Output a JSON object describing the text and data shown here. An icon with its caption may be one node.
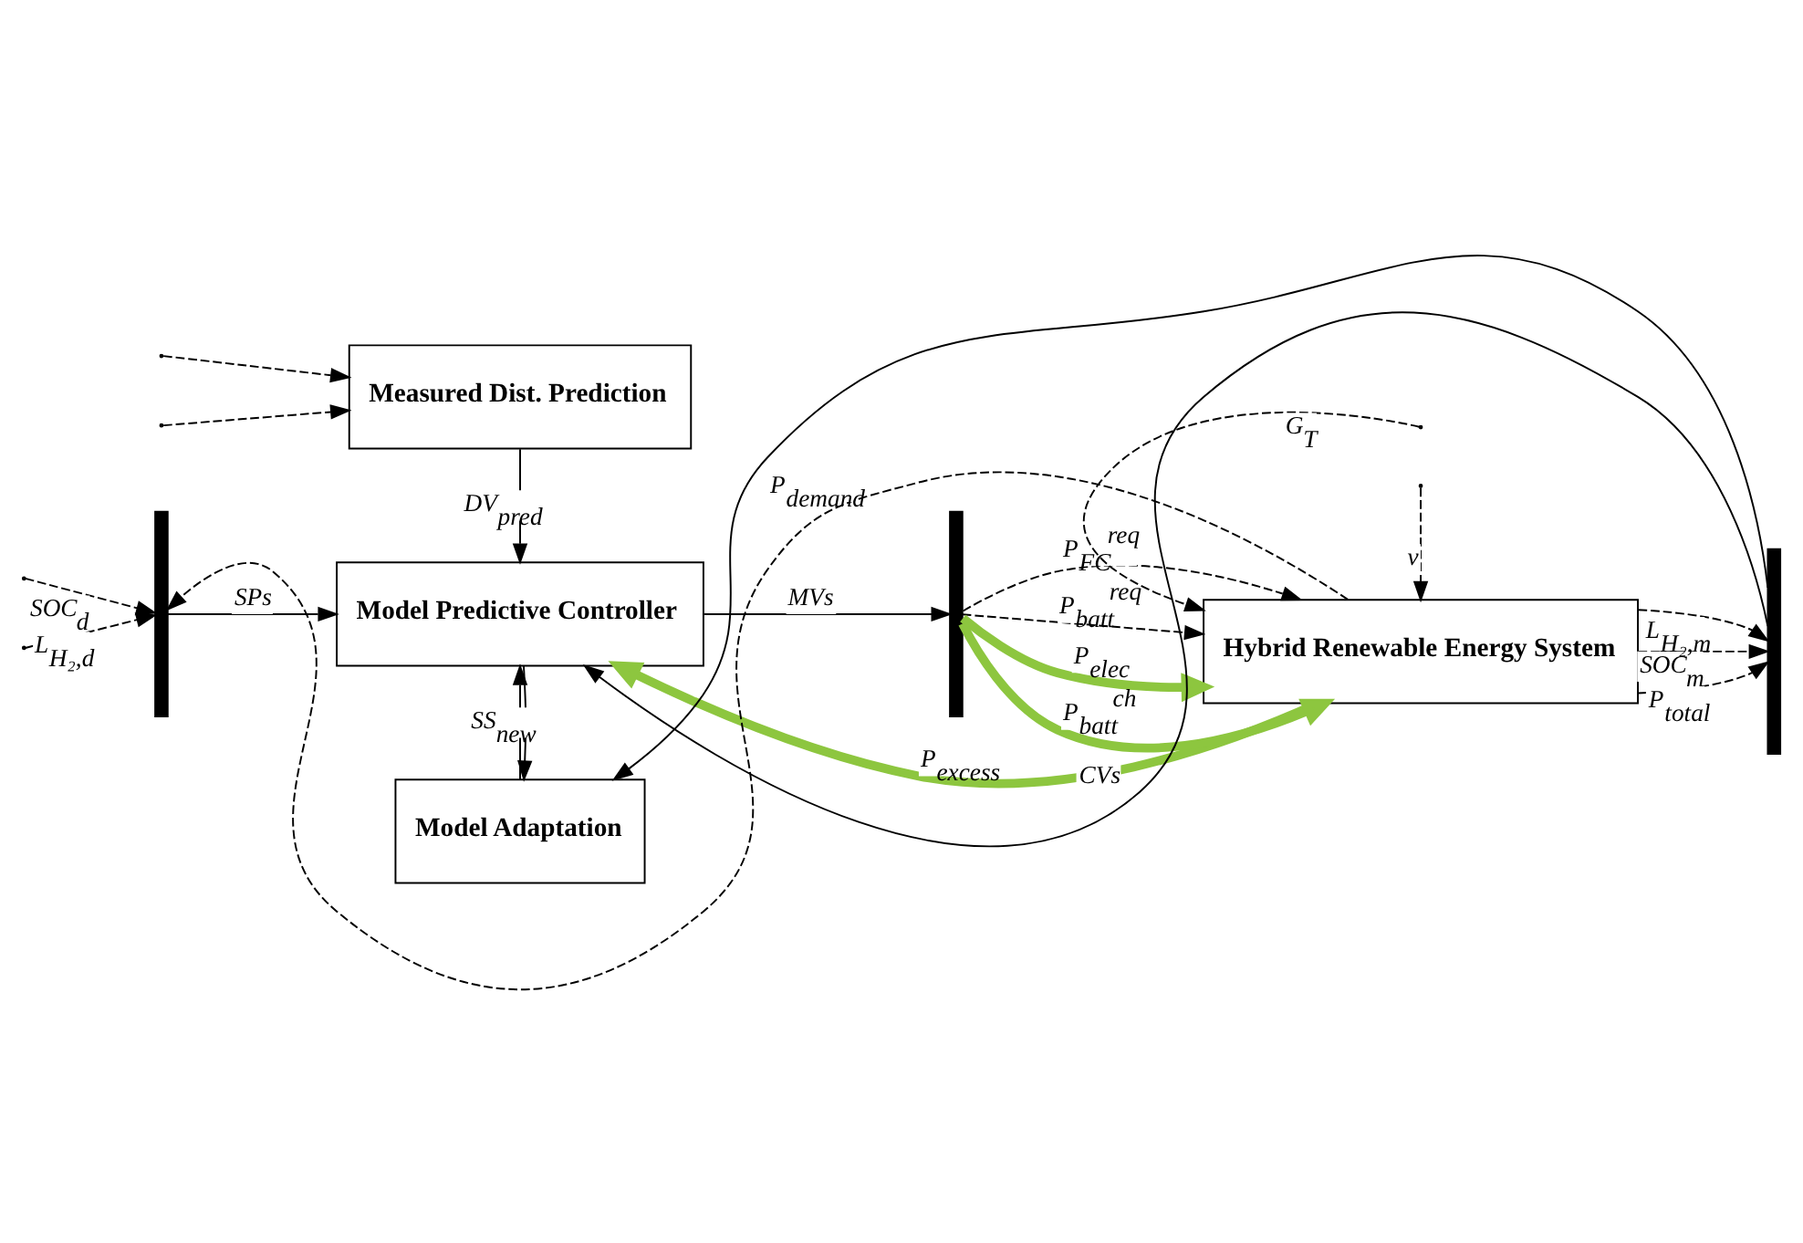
{
  "diagram": {
    "nodes": [
      {
        "text": [
          "Measured Dist. Prediction"
        ]
      },
      {
        "text": [
          "Model Predictive Controller"
        ]
      },
      {
        "text": [
          "Hybrid Renewable Energy System"
        ]
      },
      {
        "text": [
          "Model Adaptation"
        ]
      },
      {
        "text": [],
        "shape": "bar"
      },
      {
        "text": [],
        "shape": "bar"
      },
      {
        "text": [],
        "shape": "bar"
      }
    ],
    "edges": [
      {
        "from": null,
        "to": 2,
        "arrow": "to",
        "label": "G$_{T}$",
        "style": "dashed"
      },
      {
        "from": null,
        "to": 2,
        "arrow": "to",
        "label": "v",
        "style": "dashed"
      },
      {
        "from": null,
        "to": 0,
        "arrow": "to",
        "style": "dashed"
      },
      {
        "from": null,
        "to": 0,
        "arrow": "to",
        "style": "dashed"
      },
      {
        "from": 0,
        "to": 1,
        "arrow": "to",
        "label": "DV$_{pred}$"
      },
      {
        "from": 2,
        "to": 4,
        "arrow": "to",
        "label": "P$_{demand}$",
        "style": "dashed"
      },
      {
        "from": null,
        "to": 4,
        "arrow": "to",
        "label": "SOC$_{d}$",
        "style": "dashed"
      },
      {
        "from": null,
        "to": 4,
        "arrow": "to",
        "label": "L$_{H₂,d}$",
        "style": "dashed"
      },
      {
        "from": 4,
        "to": 1,
        "arrow": "to",
        "label": "SPs"
      },
      {
        "from": 1,
        "to": 5,
        "arrow": "to",
        "label": "MVs"
      },
      {
        "from": 1,
        "to": 3,
        "arrow": "to"
      },
      {
        "from": 5,
        "to": 2,
        "arrow": "to",
        "label": "P$_{FC}$$^{req}$",
        "style": "dashed"
      },
      {
        "from": 5,
        "to": 2,
        "arrow": "to",
        "label": "P$_{batt}$$^{req}$",
        "style": "dashed"
      },
      {
        "from": 5,
        "to": 2,
        "arrow": "to",
        "label": "P$_{elec}$",
        "style": "thick",
        "color": "#8dc63f"
      },
      {
        "from": 5,
        "to": 2,
        "arrow": "to",
        "label": "P$_{batt}$$^{ch}$",
        "style": "thick",
        "color": "#8dc63f"
      },
      {
        "from": 2,
        "to": 1,
        "arrow": "to",
        "label": "P$_{excess}$",
        "style": "thick",
        "color": "#8dc63f"
      },
      {
        "from": 2,
        "to": 6,
        "arrow": "to",
        "label": "P$_{total}$",
        "style": "dashed"
      },
      {
        "from": 2,
        "to": 6,
        "arrow": "to",
        "label": "SOC$_{m}$",
        "style": "dashed"
      },
      {
        "from": 2,
        "to": 6,
        "arrow": "to",
        "label": "L$_{H₂,m}$",
        "style": "dashed"
      },
      {
        "from": 6,
        "to": 1,
        "arrow": "to",
        "label": "CVs"
      },
      {
        "from": 6,
        "to": 3,
        "arrow": "to"
      },
      {
        "from": 3,
        "to": 1,
        "arrow": "to",
        "label": "SS$_{new}$"
      }
    ]
  }
}
